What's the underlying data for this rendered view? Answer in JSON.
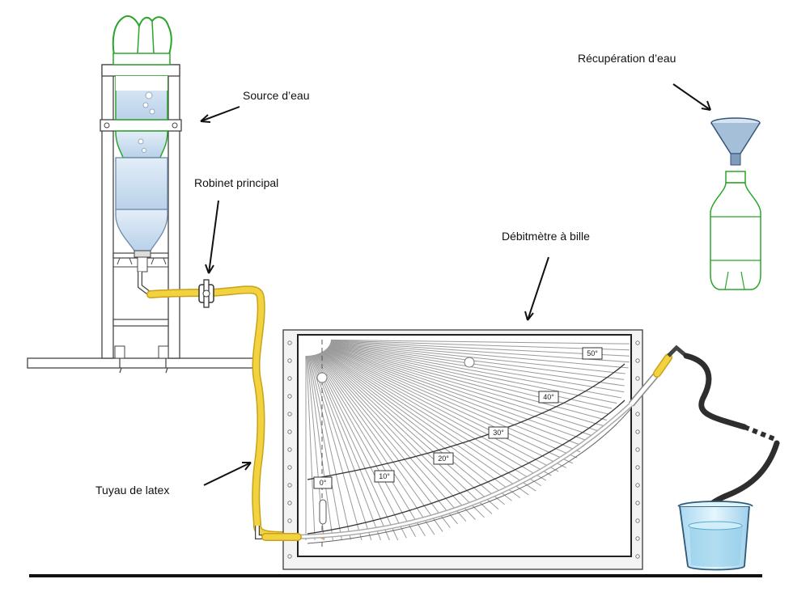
{
  "labels": {
    "water_source": "Source d’eau",
    "main_valve": "Robinet principal",
    "water_recovery": "Récupération d’eau",
    "ball_flowmeter": "Débitmètre à bille",
    "latex_tube": "Tuyau de latex"
  },
  "scale_ticks": [
    "0°",
    "10°",
    "20°",
    "30°",
    "40°",
    "50°"
  ],
  "colors": {
    "tube": "#f0cf3c",
    "tube_outline": "#c9a21a",
    "bottle_outline": "#2aa52a",
    "water": "#c9dcef",
    "beaker": "#bfe3f5",
    "drain_hose": "#3a3a3a"
  }
}
